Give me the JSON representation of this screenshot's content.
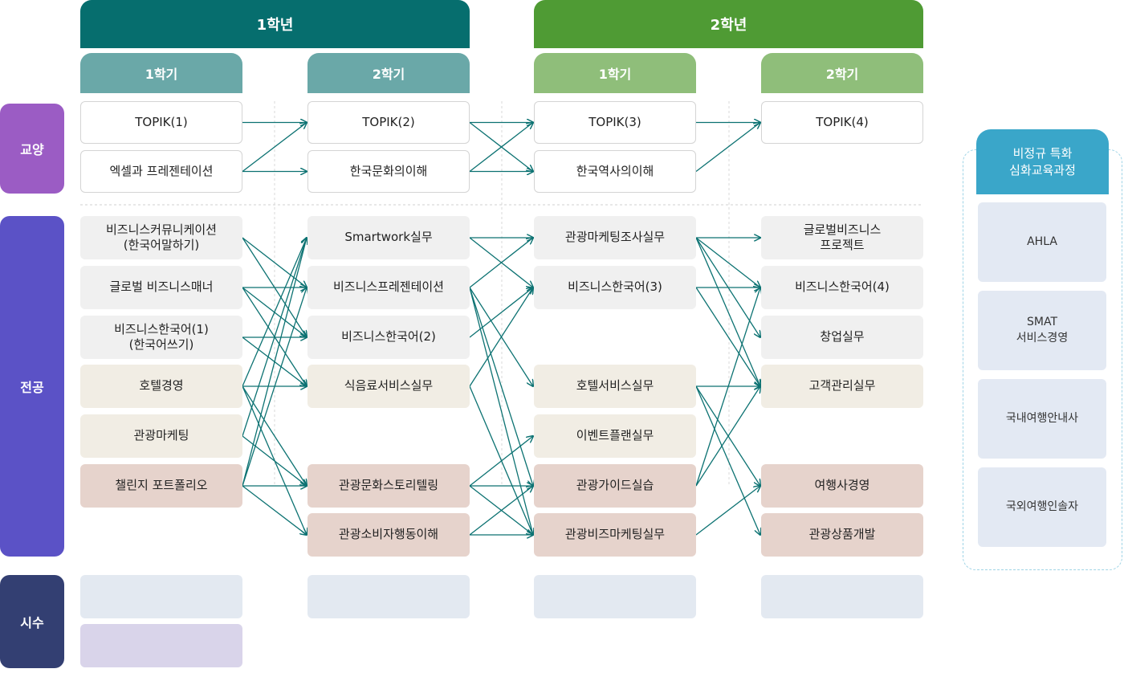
{
  "years": [
    {
      "label": "1학년",
      "color": "#066e6e"
    },
    {
      "label": "2학년",
      "color": "#4f9b34"
    }
  ],
  "semesters": [
    {
      "label": "1학기",
      "color": "#6aa8a8"
    },
    {
      "label": "2학기",
      "color": "#6aa8a8"
    },
    {
      "label": "1학기",
      "color": "#8fbe7a"
    },
    {
      "label": "2학기",
      "color": "#8fbe7a"
    }
  ],
  "categories": [
    {
      "label": "교양",
      "color": "#9b5cc4"
    },
    {
      "label": "전공",
      "color": "#5b52c6"
    },
    {
      "label": "시수",
      "color": "#333f72"
    }
  ],
  "columns": [
    {
      "general": [
        {
          "label": "TOPIK(1)",
          "style": "white"
        },
        {
          "label": "엑셀과 프레젠테이션",
          "style": "white"
        }
      ],
      "major": [
        {
          "label": "비즈니스커뮤니케이션\n(한국어말하기)",
          "style": "gray"
        },
        {
          "label": "글로벌 비즈니스매너",
          "style": "gray"
        },
        {
          "label": "비즈니스한국어(1)\n(한국어쓰기)",
          "style": "gray"
        },
        {
          "label": "호텔경영",
          "style": "beige"
        },
        {
          "label": "관광마케팅",
          "style": "beige"
        },
        {
          "label": "챌린지 포트폴리오",
          "style": "pink"
        },
        null
      ],
      "hours": [
        "blue",
        "lav"
      ]
    },
    {
      "general": [
        {
          "label": "TOPIK(2)",
          "style": "white"
        },
        {
          "label": "한국문화의이해",
          "style": "white"
        }
      ],
      "major": [
        {
          "label": "Smartwork실무",
          "style": "gray"
        },
        {
          "label": "비즈니스프레젠테이션",
          "style": "gray"
        },
        {
          "label": "비즈니스한국어(2)",
          "style": "gray"
        },
        {
          "label": "식음료서비스실무",
          "style": "beige"
        },
        null,
        {
          "label": "관광문화스토리텔링",
          "style": "pink"
        },
        {
          "label": "관광소비자행동이해",
          "style": "pink"
        }
      ],
      "hours": [
        "blue"
      ]
    },
    {
      "general": [
        {
          "label": "TOPIK(3)",
          "style": "white"
        },
        {
          "label": "한국역사의이해",
          "style": "white"
        }
      ],
      "major": [
        {
          "label": "관광마케팅조사실무",
          "style": "gray"
        },
        {
          "label": "비즈니스한국어(3)",
          "style": "gray"
        },
        null,
        {
          "label": "호텔서비스실무",
          "style": "beige"
        },
        {
          "label": "이벤트플랜실무",
          "style": "beige"
        },
        {
          "label": "관광가이드실습",
          "style": "pink"
        },
        {
          "label": "관광비즈마케팅실무",
          "style": "pink"
        }
      ],
      "hours": [
        "blue"
      ]
    },
    {
      "general": [
        {
          "label": "TOPIK(4)",
          "style": "white"
        },
        null
      ],
      "major": [
        {
          "label": "글로벌비즈니스\n프로젝트",
          "style": "gray"
        },
        {
          "label": "비즈니스한국어(4)",
          "style": "gray"
        },
        {
          "label": "창업실무",
          "style": "gray"
        },
        {
          "label": "고객관리실무",
          "style": "beige"
        },
        null,
        {
          "label": "여행사경영",
          "style": "pink"
        },
        {
          "label": "관광상품개발",
          "style": "pink"
        }
      ],
      "hours": [
        "blue"
      ]
    }
  ],
  "special": {
    "title": "비정규 특화\n심화교육과정",
    "items": [
      "AHLA",
      "SMAT\n서비스경영",
      "국내여행안내사",
      "국외여행인솔자"
    ]
  },
  "connections": [
    {
      "stage": 0,
      "section": "general",
      "from": 0,
      "to": 0
    },
    {
      "stage": 0,
      "section": "general",
      "from": 1,
      "to": 0
    },
    {
      "stage": 0,
      "section": "general",
      "from": 1,
      "to": 1
    },
    {
      "stage": 1,
      "section": "general",
      "from": 0,
      "to": 0
    },
    {
      "stage": 1,
      "section": "general",
      "from": 0,
      "to": 1
    },
    {
      "stage": 1,
      "section": "general",
      "from": 1,
      "to": 0
    },
    {
      "stage": 1,
      "section": "general",
      "from": 1,
      "to": 1
    },
    {
      "stage": 2,
      "section": "general",
      "from": 0,
      "to": 0
    },
    {
      "stage": 2,
      "section": "general",
      "from": 1,
      "to": 0
    },
    {
      "stage": 0,
      "section": "major",
      "from": 0,
      "to": 1
    },
    {
      "stage": 0,
      "section": "major",
      "from": 0,
      "to": 2
    },
    {
      "stage": 0,
      "section": "major",
      "from": 1,
      "to": 1
    },
    {
      "stage": 0,
      "section": "major",
      "from": 1,
      "to": 2
    },
    {
      "stage": 0,
      "section": "major",
      "from": 1,
      "to": 3
    },
    {
      "stage": 0,
      "section": "major",
      "from": 2,
      "to": 2
    },
    {
      "stage": 0,
      "section": "major",
      "from": 2,
      "to": 3
    },
    {
      "stage": 0,
      "section": "major",
      "from": 3,
      "to": 0
    },
    {
      "stage": 0,
      "section": "major",
      "from": 3,
      "to": 3
    },
    {
      "stage": 0,
      "section": "major",
      "from": 3,
      "to": 5
    },
    {
      "stage": 0,
      "section": "major",
      "from": 3,
      "to": 6
    },
    {
      "stage": 0,
      "section": "major",
      "from": 4,
      "to": 0
    },
    {
      "stage": 0,
      "section": "major",
      "from": 4,
      "to": 5
    },
    {
      "stage": 0,
      "section": "major",
      "from": 5,
      "to": 0
    },
    {
      "stage": 0,
      "section": "major",
      "from": 5,
      "to": 1
    },
    {
      "stage": 0,
      "section": "major",
      "from": 5,
      "to": 5
    },
    {
      "stage": 0,
      "section": "major",
      "from": 5,
      "to": 6
    },
    {
      "stage": 1,
      "section": "major",
      "from": 0,
      "to": 0
    },
    {
      "stage": 1,
      "section": "major",
      "from": 0,
      "to": 1
    },
    {
      "stage": 1,
      "section": "major",
      "from": 1,
      "to": 0
    },
    {
      "stage": 1,
      "section": "major",
      "from": 1,
      "to": 3
    },
    {
      "stage": 1,
      "section": "major",
      "from": 1,
      "to": 5
    },
    {
      "stage": 1,
      "section": "major",
      "from": 1,
      "to": 6
    },
    {
      "stage": 1,
      "section": "major",
      "from": 2,
      "to": 1
    },
    {
      "stage": 1,
      "section": "major",
      "from": 3,
      "to": 1
    },
    {
      "stage": 1,
      "section": "major",
      "from": 3,
      "to": 6
    },
    {
      "stage": 1,
      "section": "major",
      "from": 5,
      "to": 4
    },
    {
      "stage": 1,
      "section": "major",
      "from": 5,
      "to": 5
    },
    {
      "stage": 1,
      "section": "major",
      "from": 5,
      "to": 6
    },
    {
      "stage": 1,
      "section": "major",
      "from": 6,
      "to": 5
    },
    {
      "stage": 1,
      "section": "major",
      "from": 6,
      "to": 6
    },
    {
      "stage": 2,
      "section": "major",
      "from": 0,
      "to": 0
    },
    {
      "stage": 2,
      "section": "major",
      "from": 0,
      "to": 1
    },
    {
      "stage": 2,
      "section": "major",
      "from": 0,
      "to": 2
    },
    {
      "stage": 2,
      "section": "major",
      "from": 0,
      "to": 3
    },
    {
      "stage": 2,
      "section": "major",
      "from": 1,
      "to": 1
    },
    {
      "stage": 2,
      "section": "major",
      "from": 1,
      "to": 3
    },
    {
      "stage": 2,
      "section": "major",
      "from": 3,
      "to": 3
    },
    {
      "stage": 2,
      "section": "major",
      "from": 3,
      "to": 5
    },
    {
      "stage": 2,
      "section": "major",
      "from": 3,
      "to": 6
    },
    {
      "stage": 2,
      "section": "major",
      "from": 5,
      "to": 1
    },
    {
      "stage": 2,
      "section": "major",
      "from": 5,
      "to": 3
    },
    {
      "stage": 2,
      "section": "major",
      "from": 6,
      "to": 5
    }
  ],
  "line_color": "#0c7272"
}
